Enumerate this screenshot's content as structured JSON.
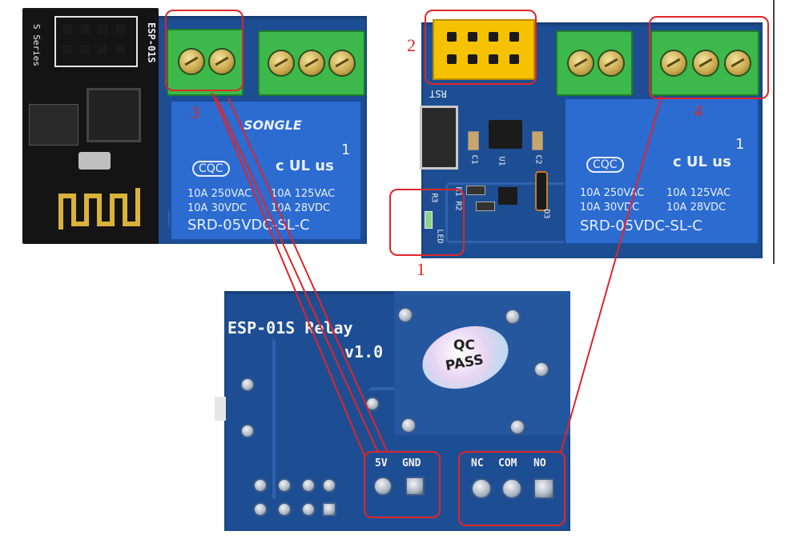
{
  "top_left_board": {
    "esp_silk_series": "S Series",
    "esp_silk_model": "ESP-01S",
    "relay_brand": "SONGLE",
    "relay_cqc": "CQC",
    "relay_ul": "c UL us",
    "relay_one": "1",
    "relay_rating_row1_left": "10A 250VAC",
    "relay_rating_row1_right": "10A 125VAC",
    "relay_rating_row2_left": "10A 30VDC",
    "relay_rating_row2_right": "10A 28VDC",
    "relay_model": "SRD-05VDC-SL-C"
  },
  "top_right_board": {
    "silk_rst": "RST",
    "silk_c1": "C1",
    "silk_u1": "U1",
    "silk_c2": "C2",
    "silk_r3": "R3",
    "silk_r1": "R1",
    "silk_r2": "R2",
    "silk_d3": "D3",
    "silk_led": "LED",
    "relay_cqc": "CQC",
    "relay_ul": "c UL us",
    "relay_one": "1",
    "relay_rating_row1_left": "10A 250VAC",
    "relay_rating_row1_right": "10A 125VAC",
    "relay_rating_row2_left": "10A 30VDC",
    "relay_rating_row2_right": "10A 28VDC",
    "relay_model": "SRD-05VDC-SL-C"
  },
  "bottom_board": {
    "title_line1": "ESP-01S Relay",
    "title_line2": "v1.0",
    "qc_line1": "QC",
    "qc_line2": "PASS",
    "label_5v": "5V",
    "label_gnd": "GND",
    "label_nc": "NC",
    "label_com": "COM",
    "label_no": "NO"
  },
  "callouts": {
    "n1": "1",
    "n2": "2",
    "n3": "3",
    "n4": "4"
  },
  "colors": {
    "pcb_blue": "#1d4e93",
    "callout_red": "#e0252b",
    "header_yellow": "#f6c200",
    "terminal_green": "#3db84a",
    "relay_blue": "#2c6bd0"
  }
}
